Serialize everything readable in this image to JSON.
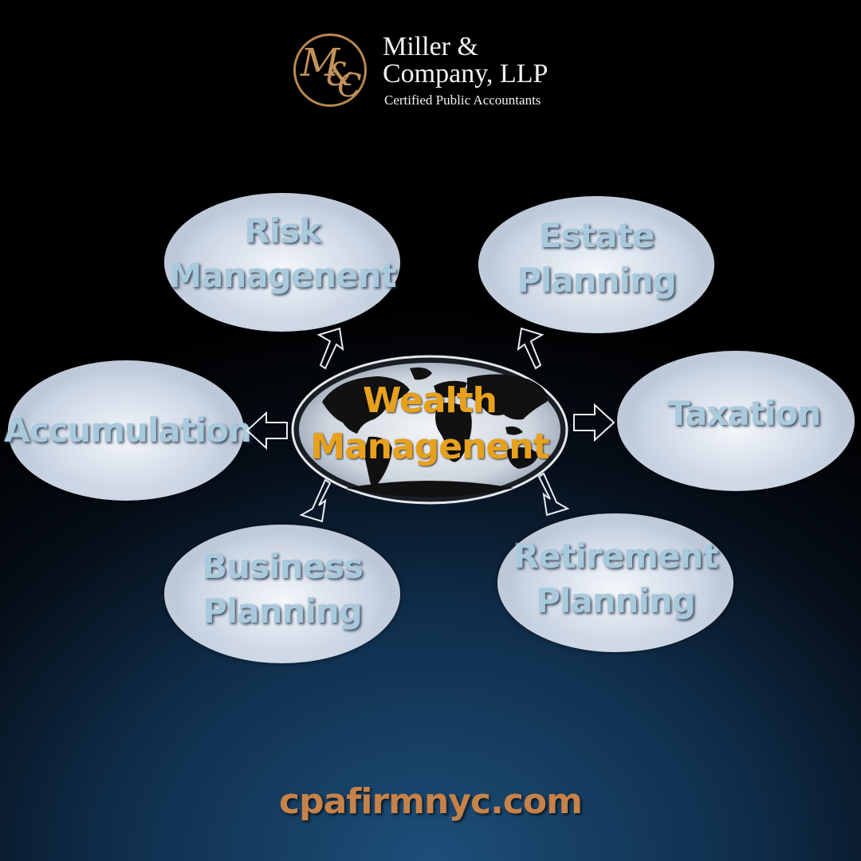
{
  "logo": {
    "monogram_m": "M",
    "monogram_amp": "&",
    "monogram_c": "C",
    "firm_line1": "Miller &",
    "firm_line2": "Company, LLP",
    "tagline": "Certified Public Accountants"
  },
  "center": {
    "label": "Wealth\nManagenent"
  },
  "nodes": {
    "risk": "Risk\nManagenent",
    "estate": "Estate\nPlanning",
    "accumulation": "Accumulation",
    "taxation": "Taxation",
    "business": "Business\nPlanning",
    "retirement": "Retirement\nPlanning"
  },
  "website": "cpafirmnyc.com",
  "colors": {
    "accent_gold": "#e8a11c",
    "logo_bronze": "#b88852",
    "bubble_text": "#a9c9dc",
    "website_text": "#c5824a"
  }
}
